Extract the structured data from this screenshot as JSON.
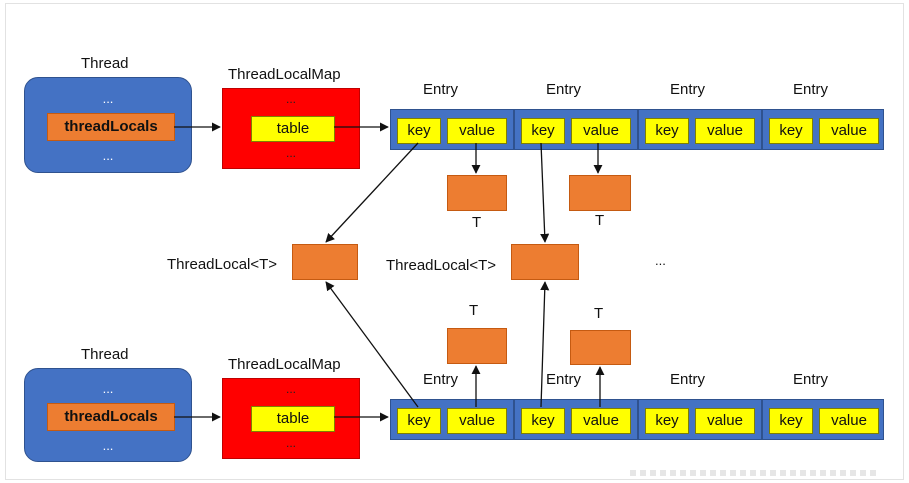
{
  "threads": [
    {
      "label": "Thread",
      "dots_top": "...",
      "field": "threadLocals",
      "dots_bottom": "..."
    },
    {
      "label": "Thread",
      "dots_top": "...",
      "field": "threadLocals",
      "dots_bottom": "..."
    }
  ],
  "maps": [
    {
      "label": "ThreadLocalMap",
      "dots_top": "...",
      "field": "table",
      "dots_bottom": "..."
    },
    {
      "label": "ThreadLocalMap",
      "dots_top": "...",
      "field": "table",
      "dots_bottom": "..."
    }
  ],
  "entry_label": "Entry",
  "key_label": "key",
  "value_label": "value",
  "t_label": "T",
  "threadlocal_label": "ThreadLocal<T>",
  "ellipsis": "...",
  "colors": {
    "thread": "#4472c4",
    "field": "#ed7d31",
    "map": "#ff0000",
    "cell": "#ffff00"
  }
}
